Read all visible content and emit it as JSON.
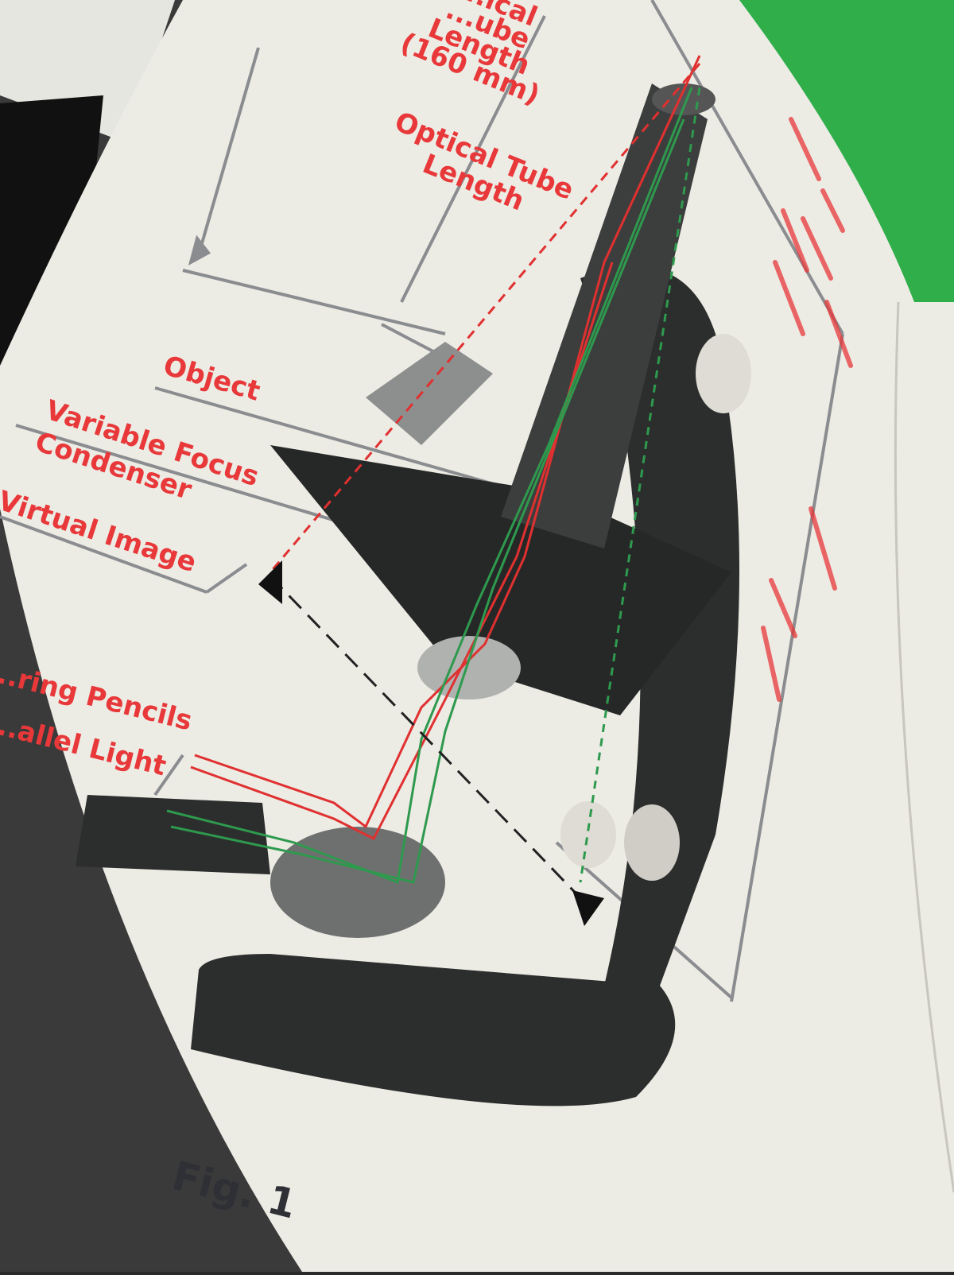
{
  "figure": {
    "caption": "Fig. 1",
    "labels": {
      "mechanical_tube_length_partial": "...ical\n...ube\nLength\n(160 mm)",
      "optical_tube_length": "Optical Tube\nLength",
      "object": "Object",
      "variable_focus_condenser": "Variable Focus\nCondenser",
      "virtual_image": "Virtual Image",
      "converging_pencils_partial": "...ring Pencils",
      "parallel_light_partial": "...allel Light"
    },
    "colors": {
      "label_red": "#e8383a",
      "ray_red": "#e03030",
      "ray_green": "#2e9a4e",
      "paper": "#ecebe4",
      "microscope_body": "#2c2e2d",
      "background_green": "#2fae4a",
      "leader_gray": "#8a8c90"
    }
  }
}
